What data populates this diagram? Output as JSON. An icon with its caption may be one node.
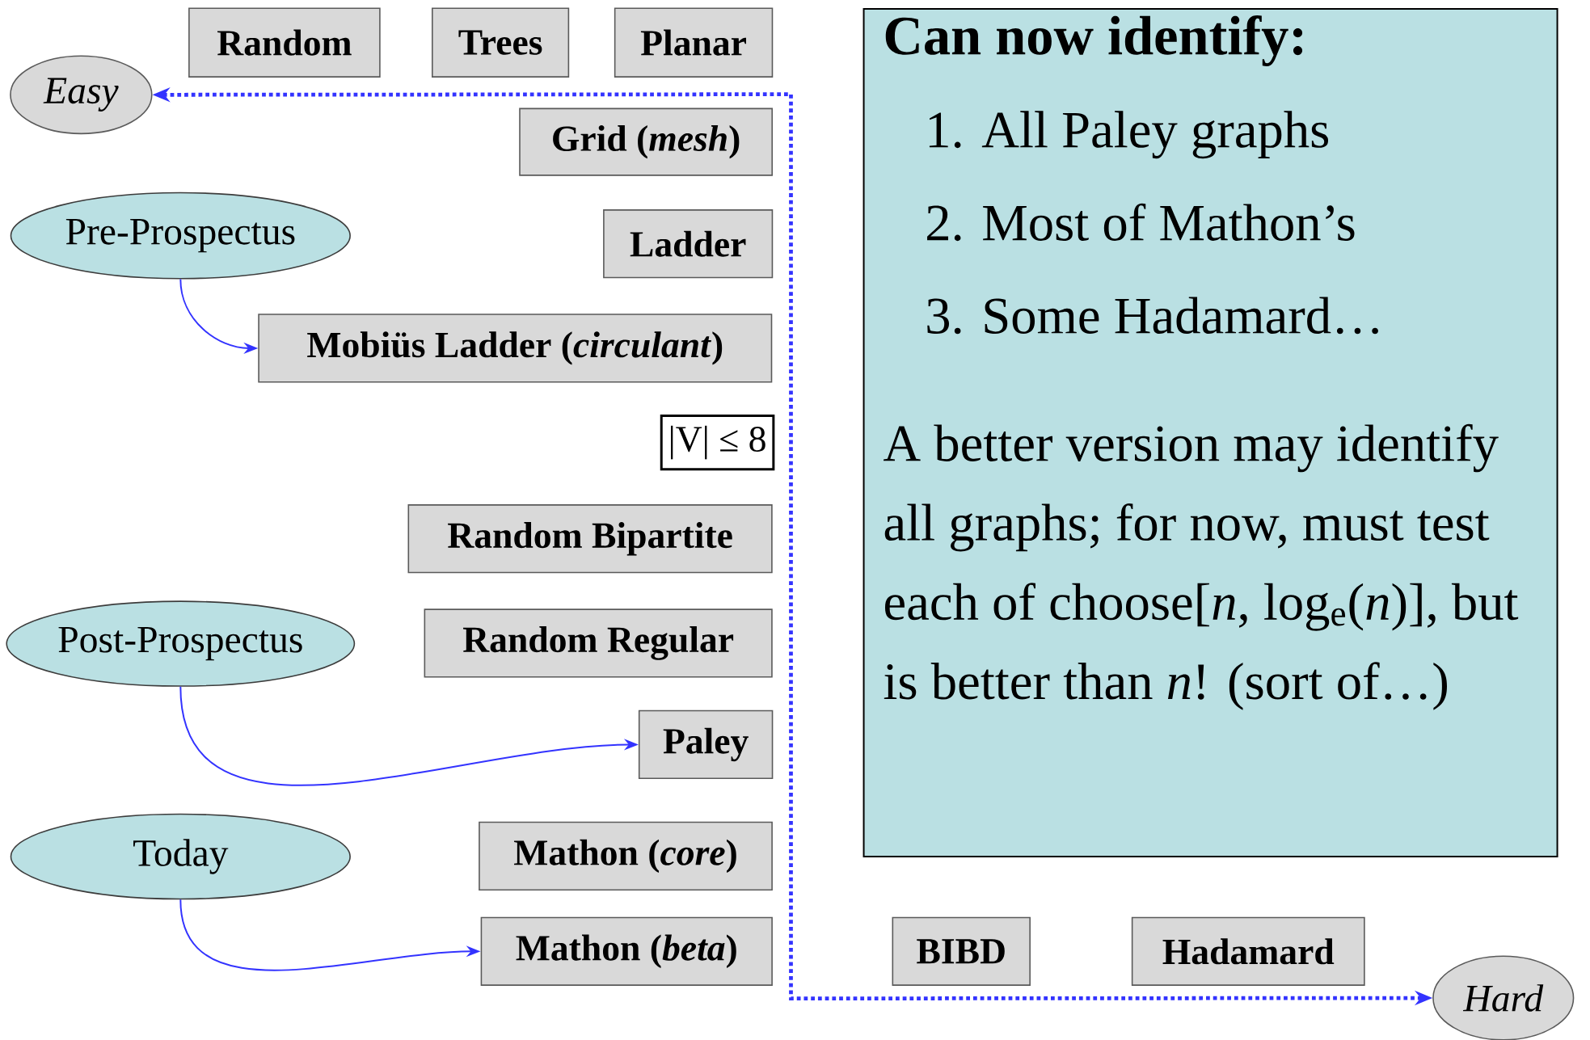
{
  "diagram": {
    "nodes": [
      {
        "text": [
          "Random"
        ]
      },
      {
        "text": [
          "Trees"
        ]
      },
      {
        "text": [
          "Planar"
        ]
      },
      {
        "text": [
          "Easy"
        ]
      },
      {
        "text": [
          "Grid (*mesh*)"
        ]
      },
      {
        "text": [
          "Pre-Prospectus"
        ]
      },
      {
        "text": [
          "Ladder"
        ]
      },
      {
        "text": [
          "Mobiüs Ladder (*circulant*)"
        ]
      },
      {
        "text": [
          "|V| ≤ 8"
        ]
      },
      {
        "text": [
          "Random Bipartite"
        ]
      },
      {
        "text": [
          "Post-Prospectus"
        ]
      },
      {
        "text": [
          "Random Regular"
        ]
      },
      {
        "text": [
          "Paley"
        ]
      },
      {
        "text": [
          "Today"
        ]
      },
      {
        "text": [
          "Mathon (*core*)"
        ]
      },
      {
        "text": [
          "Mathon (*beta*)"
        ]
      },
      {
        "text": [
          "BIBD"
        ]
      },
      {
        "text": [
          "Hadamard"
        ]
      },
      {
        "text": [
          "Hard"
        ]
      },
      {
        "text": [
          "Can now identify:",
          "1. All Paley graphs",
          "2. Most of Mathon’s",
          "3. Some Hadamard…",
          "A better version may identify all graphs; for now, must test each of choose[*n*, log$_{e}$(*n*)], but is better than *n*! (sort of…)"
        ]
      }
    ],
    "edges": [
      {
        "from": 5,
        "to": 7,
        "arrow": "to"
      },
      {
        "from": 10,
        "to": 12,
        "arrow": "to"
      },
      {
        "from": 13,
        "to": 15,
        "arrow": "to"
      },
      {
        "from": 3,
        "to": 18,
        "arrow": "both",
        "style": "dashed"
      }
    ]
  }
}
